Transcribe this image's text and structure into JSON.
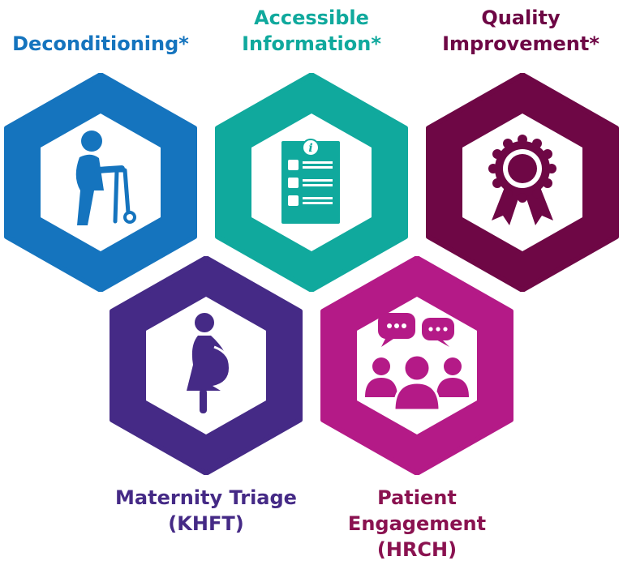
{
  "colors": {
    "deconditioning": "#1574be",
    "accessible": "#10a99d",
    "quality": "#6e0745",
    "maternity": "#452a86",
    "patient": "#b41a87"
  },
  "tiles": [
    {
      "id": "deconditioning",
      "title_lines": [
        "Deconditioning*"
      ],
      "icon": "walker-person-icon"
    },
    {
      "id": "accessible",
      "title_lines": [
        "Accessible",
        "Information*"
      ],
      "icon": "info-document-icon"
    },
    {
      "id": "quality",
      "title_lines": [
        "Quality",
        "Improvement*"
      ],
      "icon": "rosette-award-icon"
    },
    {
      "id": "maternity",
      "title_lines": [
        "Maternity Triage",
        "(KHFT)"
      ],
      "icon": "pregnant-woman-icon"
    },
    {
      "id": "patient",
      "title_lines": [
        "Patient",
        "Engagement",
        "(HRCH)"
      ],
      "icon": "group-chat-icon"
    }
  ]
}
